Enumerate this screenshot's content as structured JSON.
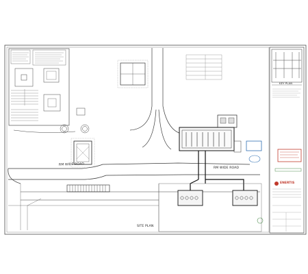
{
  "labels": {
    "road_left": "RM WIDE ROAD",
    "road_right": "RM WIDE ROAD",
    "drawing_title": "SITE PLAN",
    "key_plan_title": "KEY PLAN",
    "logo_text": "ENERTIS"
  },
  "colors": {
    "paper": "#ffffff",
    "line": "#3a3a3a",
    "light_line": "#8a8a8a",
    "stamp_red": "#c0392b",
    "stamp_blue": "#2f6fb3",
    "stamp_green": "#4a8a4a"
  }
}
